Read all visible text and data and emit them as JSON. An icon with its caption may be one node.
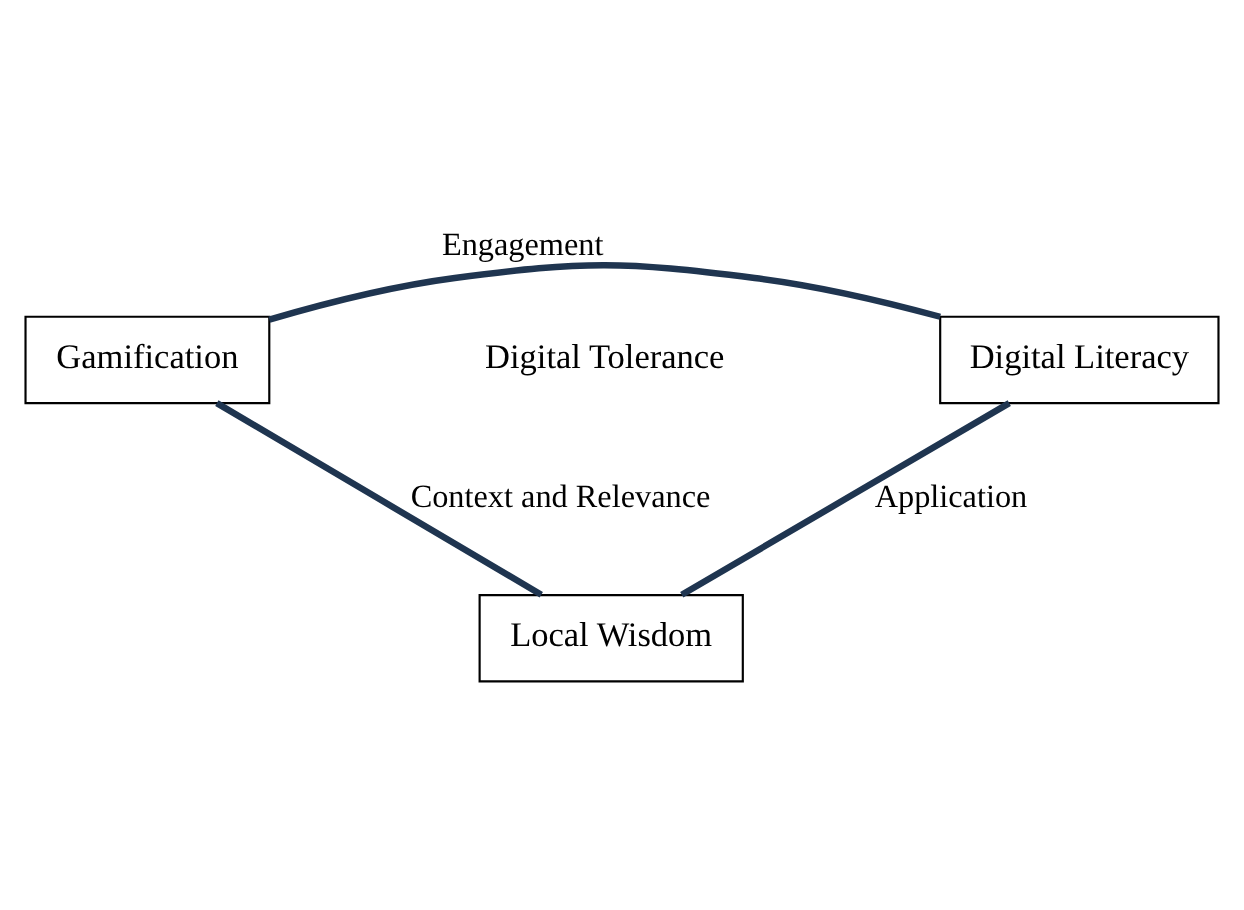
{
  "diagram": {
    "nodes": [
      {
        "text": [
          "Gamification"
        ]
      },
      {
        "text": [
          "Digital Literacy"
        ]
      },
      {
        "text": [
          "Local Wisdom"
        ]
      }
    ],
    "edges": [
      {
        "from": 0,
        "to": 1,
        "arrow": "none",
        "label": "Engagement"
      },
      {
        "from": 1,
        "to": 2,
        "arrow": "none",
        "label": "Application"
      },
      {
        "from": 2,
        "to": 0,
        "arrow": "none",
        "label": "Context and Relevance"
      }
    ],
    "labels": [
      "Digital Tolerance"
    ]
  }
}
